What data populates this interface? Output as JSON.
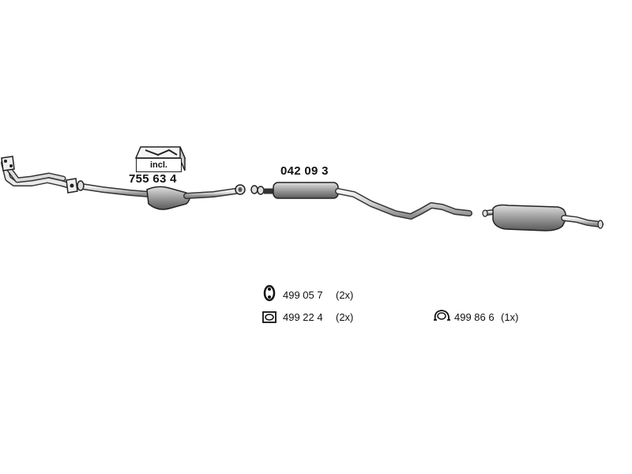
{
  "parts": {
    "catalytic_converter_number": "755 63 4",
    "incl_label": "incl.",
    "middle_silencer_number": "042 09 3"
  },
  "legend": [
    {
      "icon": "rubber-hanger-icon",
      "number": "499 05 7",
      "qty": "(2x)"
    },
    {
      "icon": "gasket-icon",
      "number": "499 22 4",
      "qty": "(2x)"
    },
    {
      "icon": "pipe-clamp-icon",
      "number": "499 86 6",
      "qty": "(1x)"
    }
  ]
}
